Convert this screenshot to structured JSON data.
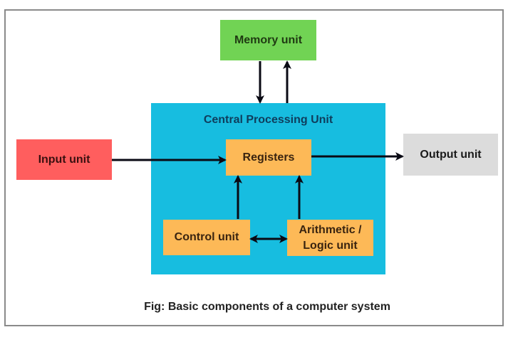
{
  "diagram": {
    "nodes": {
      "memory_unit": "Memory unit",
      "cpu_title": "Central Processing Unit",
      "registers": "Registers",
      "control_unit": "Control unit",
      "alu_line1": "Arithmetic /",
      "alu_line2": "Logic unit",
      "input_unit": "Input unit",
      "output_unit": "Output unit"
    },
    "edges": [
      {
        "from": "Memory unit",
        "to": "Central Processing Unit"
      },
      {
        "from": "Central Processing Unit",
        "to": "Memory unit"
      },
      {
        "from": "Input unit",
        "to": "Registers"
      },
      {
        "from": "Registers",
        "to": "Output unit"
      },
      {
        "from": "Control unit",
        "to": "Registers"
      },
      {
        "from": "Arithmetic / Logic unit",
        "to": "Registers"
      },
      {
        "from": "Control unit",
        "to": "Arithmetic / Logic unit",
        "bidirectional": true
      }
    ],
    "caption": "Fig: Basic components of a computer system",
    "colors": {
      "memory": "#71d354",
      "cpu": "#17bde0",
      "inner_units": "#fdb957",
      "input": "#ff5e5e",
      "output": "#dcdcdc"
    }
  }
}
